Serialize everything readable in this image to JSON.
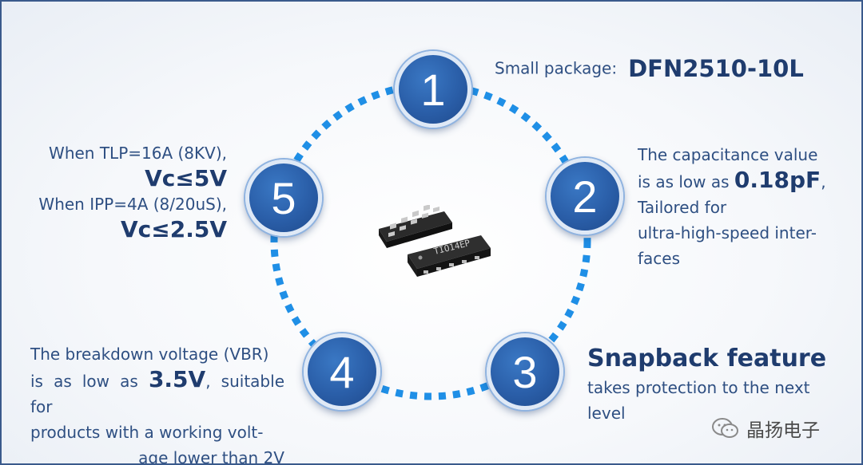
{
  "nodes": [
    "1",
    "2",
    "3",
    "4",
    "5"
  ],
  "feature1": {
    "label": "Small package:",
    "value": "DFN2510-10L"
  },
  "feature2": {
    "text_a": "The capacitance value",
    "text_b": "is as low as",
    "value": "0.18pF",
    "suffix": ",",
    "text_c": "Tailored for",
    "text_d": "ultra-high-speed inter-",
    "text_e": "faces"
  },
  "feature3": {
    "title": "Snapback feature",
    "text_a": "takes protection to the next",
    "text_b": "level"
  },
  "feature4": {
    "text_a": "The breakdown voltage (VBR)",
    "text_b": "is as low as",
    "value": "3.5V",
    "text_c": ", suitable for",
    "text_d": "products with a working volt-",
    "text_e": "age lower than 2V"
  },
  "feature5": {
    "line1": "When TLP=16A (8KV),",
    "value1": "Vc≤5V",
    "line2": "When IPP=4A (8/20uS),",
    "value2": "Vc≤2.5V"
  },
  "chip_marking": "TIO14EP",
  "watermark": "晶扬电子",
  "colors": {
    "ring": "#1f8fe6",
    "node": "#2a5ea8",
    "text": "#2e4f82",
    "emphasis": "#1f3c6e",
    "border": "#3a5a8c"
  }
}
